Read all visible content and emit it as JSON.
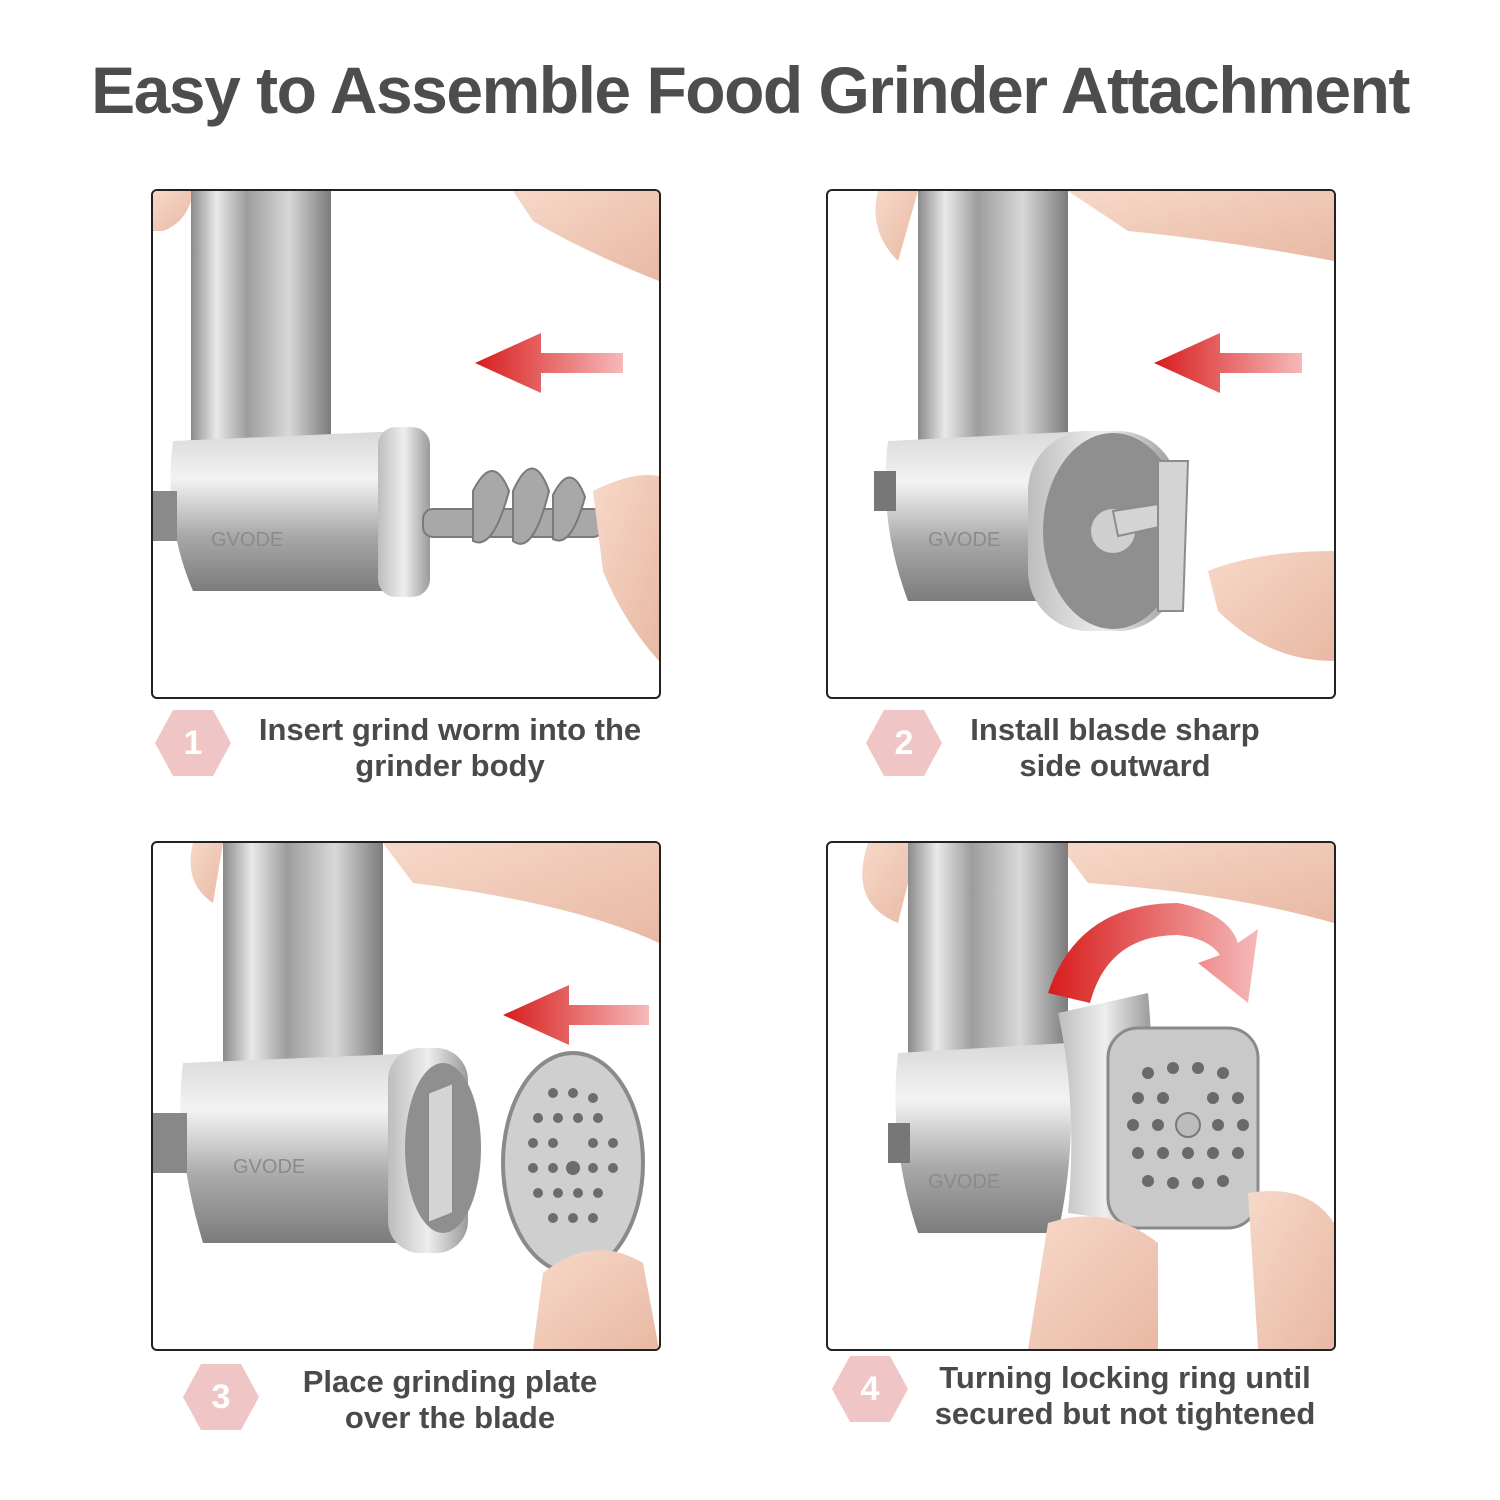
{
  "title": "Easy to Assemble Food Grinder Attachment",
  "brand": "GVODE",
  "colors": {
    "title": "#4d4d4d",
    "caption": "#4a4a4a",
    "badge": "#f0c5c5",
    "arrow": "#e02828",
    "metal": "#b8b8b8"
  },
  "steps": [
    {
      "number": "1",
      "line1": "Insert grind worm into the",
      "line2": "grinder body",
      "image": "grind-worm-insertion"
    },
    {
      "number": "2",
      "line1": "Install blasde sharp",
      "line2": "side outward",
      "image": "blade-installation"
    },
    {
      "number": "3",
      "line1": "Place grinding plate",
      "line2": "over the blade",
      "image": "grinding-plate-placement"
    },
    {
      "number": "4",
      "line1": "Turning locking ring until",
      "line2": "secured but not tightened",
      "image": "locking-ring-turning"
    }
  ]
}
